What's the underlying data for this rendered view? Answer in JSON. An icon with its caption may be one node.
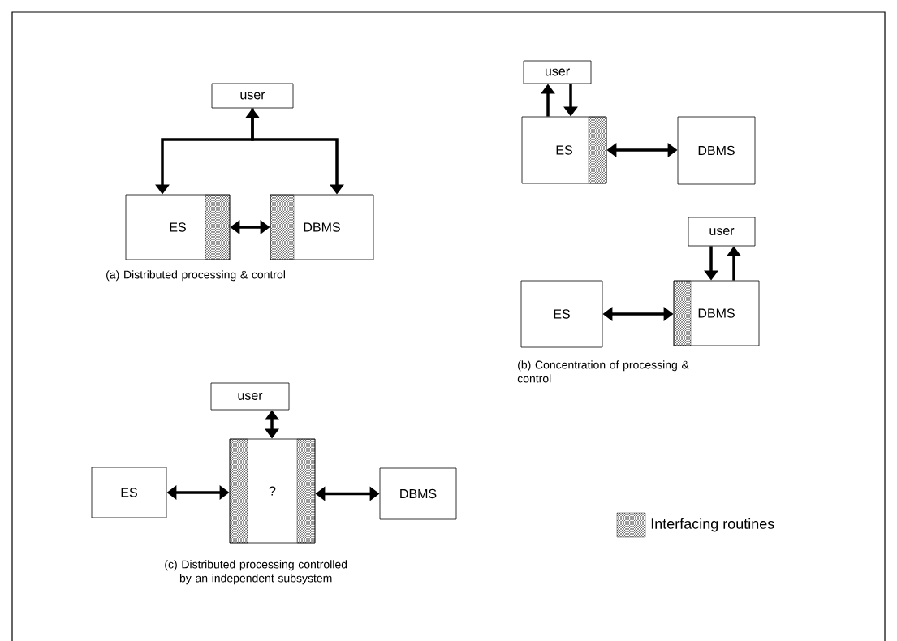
{
  "diagram": {
    "nodes": [
      {
        "text": [
          "user"
        ]
      },
      {
        "text": [
          "ES"
        ]
      },
      {
        "text": [
          "DBMS"
        ]
      },
      {
        "text": [
          "user"
        ]
      },
      {
        "text": [
          "ES"
        ]
      },
      {
        "text": [
          "DBMS"
        ]
      },
      {
        "text": [
          "user"
        ]
      },
      {
        "text": [
          "ES"
        ]
      },
      {
        "text": [
          "DBMS"
        ]
      },
      {
        "text": [
          "user"
        ]
      },
      {
        "text": [
          "ES"
        ]
      },
      {
        "text": [
          "?"
        ]
      },
      {
        "text": [
          "DBMS"
        ]
      }
    ],
    "edges": [
      {
        "from": 0,
        "to": 1,
        "arrow": "both"
      },
      {
        "from": 0,
        "to": 2,
        "arrow": "to"
      },
      {
        "from": 1,
        "to": 2,
        "arrow": "both"
      },
      {
        "from": 4,
        "to": 3,
        "arrow": "to"
      },
      {
        "from": 3,
        "to": 4,
        "arrow": "to"
      },
      {
        "from": 4,
        "to": 5,
        "arrow": "both"
      },
      {
        "from": 6,
        "to": 8,
        "arrow": "to"
      },
      {
        "from": 8,
        "to": 6,
        "arrow": "to"
      },
      {
        "from": 7,
        "to": 8,
        "arrow": "both"
      },
      {
        "from": 9,
        "to": 11,
        "arrow": "both"
      },
      {
        "from": 10,
        "to": 11,
        "arrow": "both"
      },
      {
        "from": 11,
        "to": 12,
        "arrow": "both"
      }
    ],
    "labels": [
      "(a) Distributed processing & control",
      "(b) Concentration of processing & control",
      "(c) Distributed processing controlled by an independent subsystem"
    ],
    "legend": [
      {
        "text": "Interfacing routines"
      }
    ]
  }
}
